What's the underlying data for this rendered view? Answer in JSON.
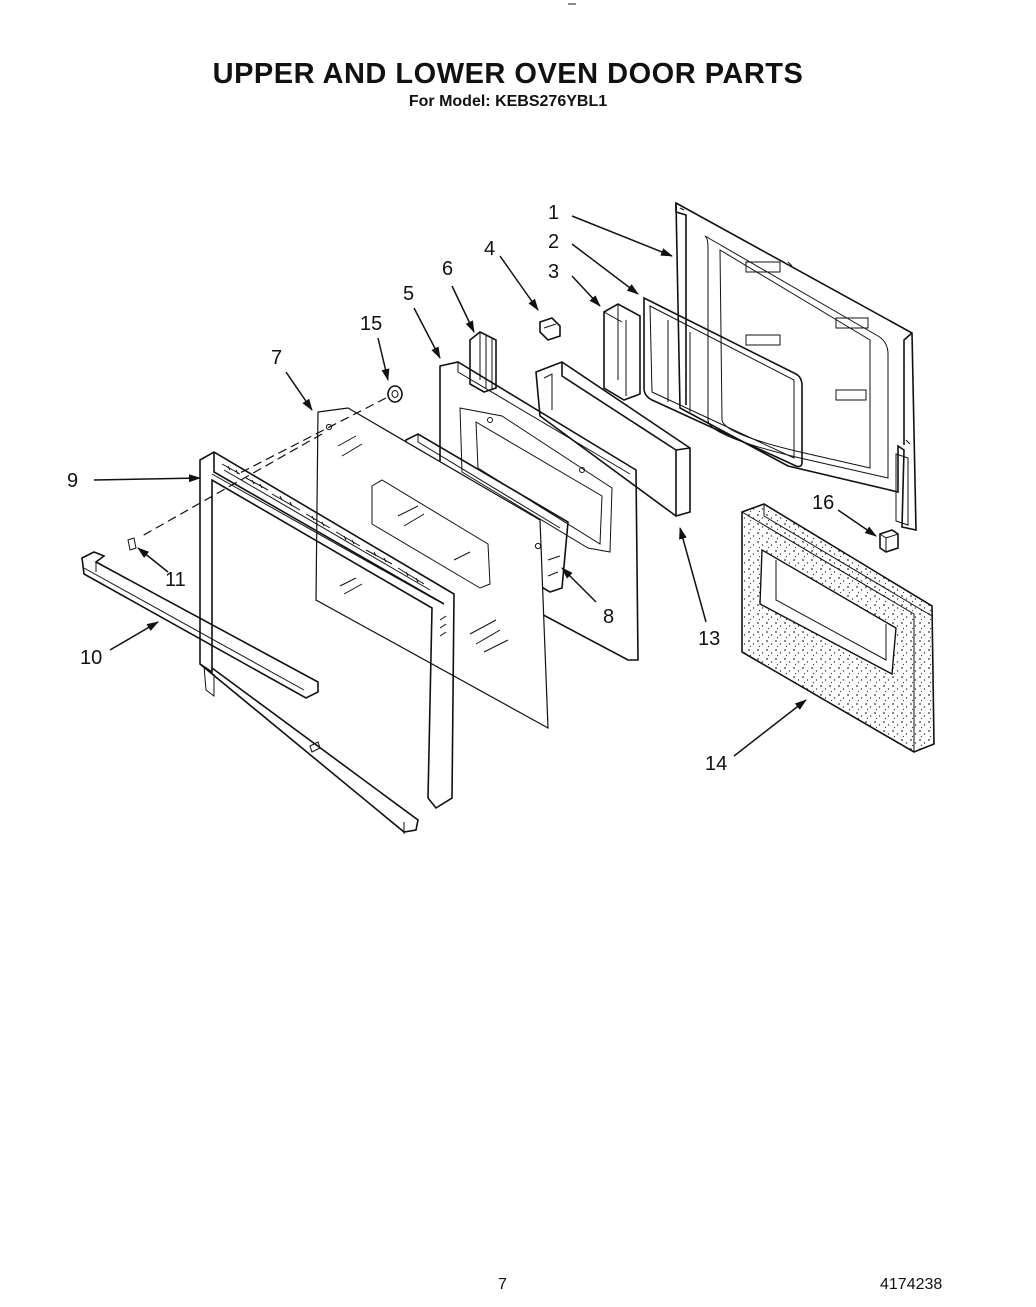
{
  "header": {
    "title": "UPPER AND LOWER OVEN DOOR PARTS",
    "subtitle": "For Model: KEBS276YBL1"
  },
  "callouts": {
    "c1": "1",
    "c2": "2",
    "c3": "3",
    "c4": "4",
    "c5": "5",
    "c6": "6",
    "c7": "7",
    "c8": "8",
    "c9": "9",
    "c10": "10",
    "c11": "11",
    "c13": "13",
    "c14": "14",
    "c15": "15",
    "c16": "16"
  },
  "footer": {
    "page_number": "7",
    "document_number": "4174238"
  }
}
